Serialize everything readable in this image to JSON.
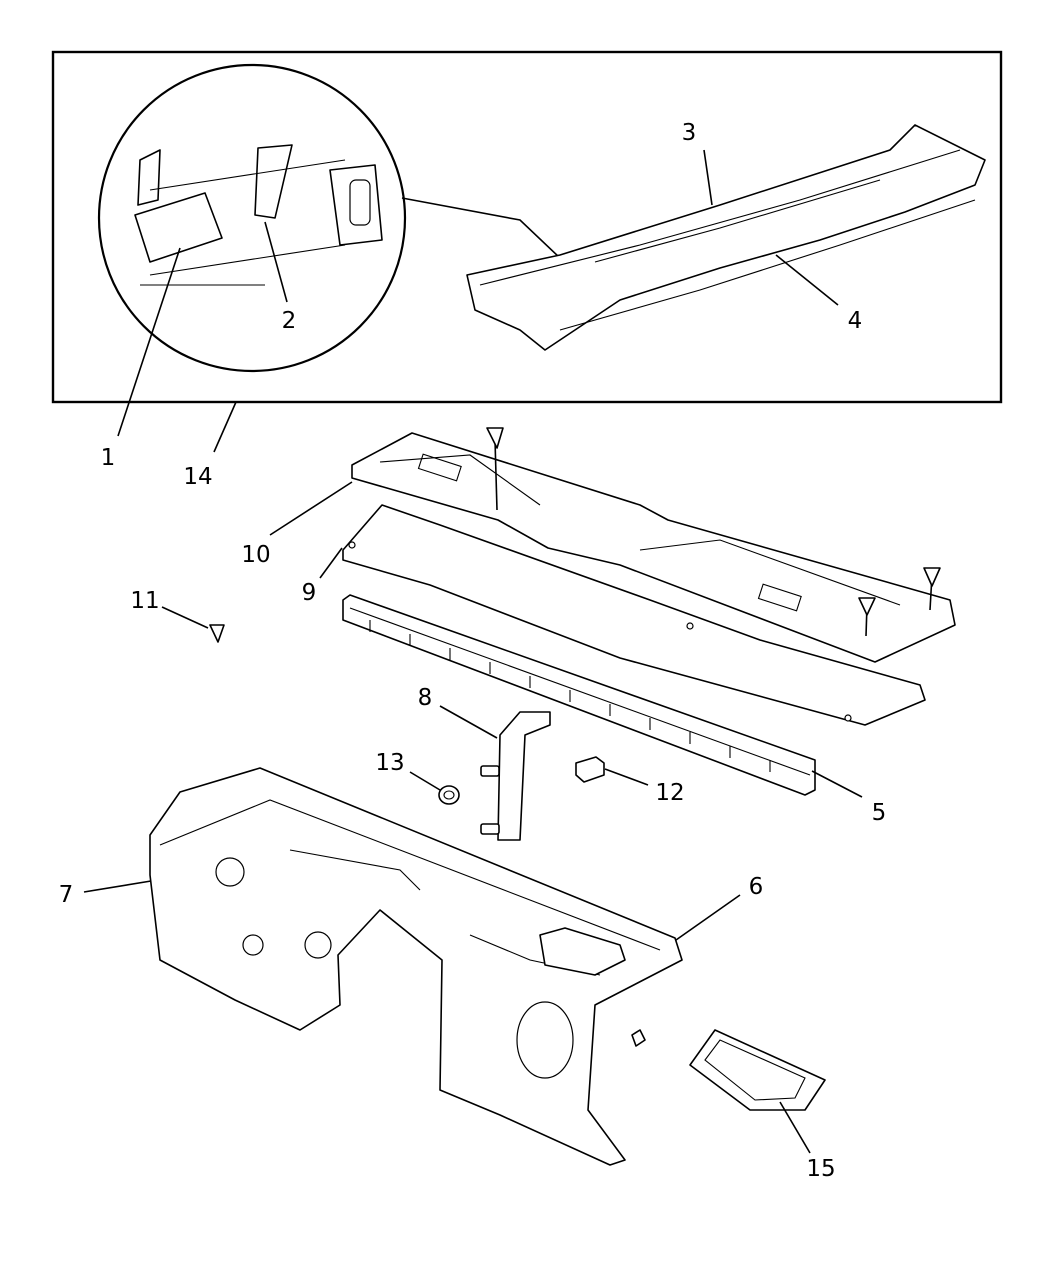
{
  "diagram": {
    "callouts": [
      "1",
      "2",
      "3",
      "4",
      "5",
      "6",
      "7",
      "8",
      "9",
      "10",
      "11",
      "12",
      "13",
      "14",
      "15"
    ]
  }
}
